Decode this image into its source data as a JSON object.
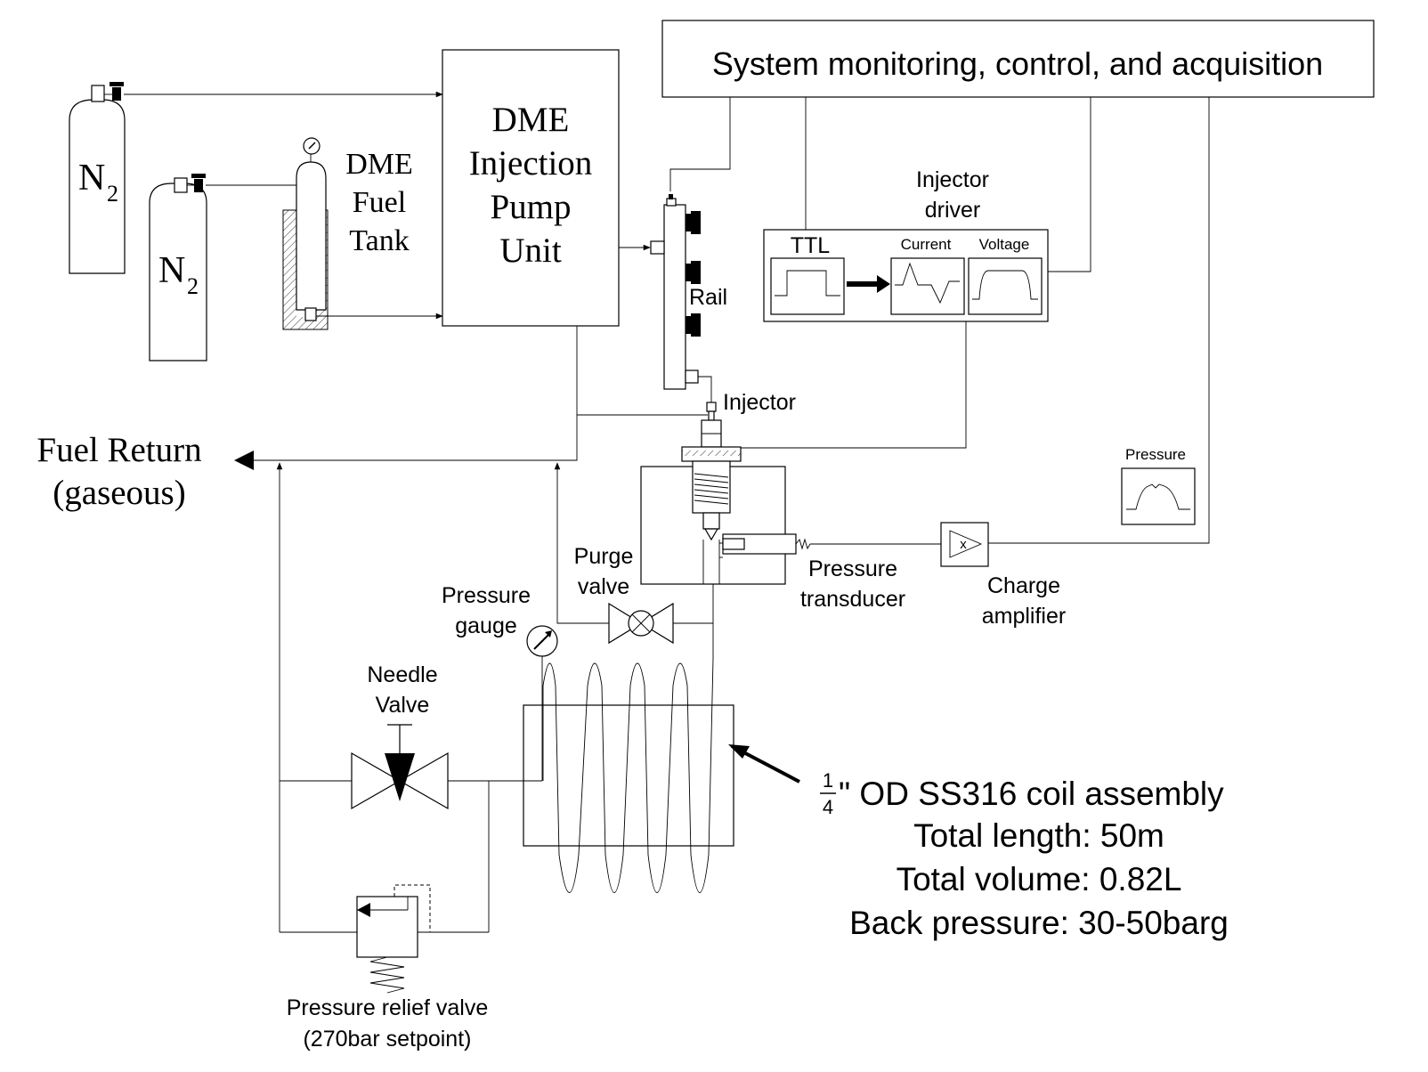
{
  "labels": {
    "system": "System monitoring, control, and acquisition",
    "pump": [
      "DME",
      "Injection",
      "Pump",
      "Unit"
    ],
    "fuel_tank": [
      "DME",
      "Fuel",
      "Tank"
    ],
    "n2_symbol": "N",
    "n2_subscript": "2",
    "rail": "Rail",
    "injector": "Injector",
    "injector_driver": [
      "Injector",
      "driver"
    ],
    "ttl": "TTL",
    "current": "Current",
    "voltage": "Voltage",
    "fuel_return": [
      "Fuel Return",
      "(gaseous)"
    ],
    "pressure_scope": "Pressure",
    "pressure_transducer": [
      "Pressure",
      "transducer"
    ],
    "charge_amplifier": [
      "Charge",
      "amplifier"
    ],
    "amplifier_symbol": "x",
    "purge_valve": [
      "Purge",
      "valve"
    ],
    "pressure_gauge": [
      "Pressure",
      "gauge"
    ],
    "needle_valve": [
      "Needle",
      "Valve"
    ],
    "relief_valve": [
      "Pressure relief valve",
      "(270bar setpoint)"
    ],
    "coil_fraction_num": "1",
    "coil_fraction_den": "4",
    "coil_title": "\" OD SS316 coil assembly",
    "coil_details": [
      "Total length: 50m",
      "Total volume: 0.82L",
      "Back pressure: 30-50barg"
    ]
  }
}
